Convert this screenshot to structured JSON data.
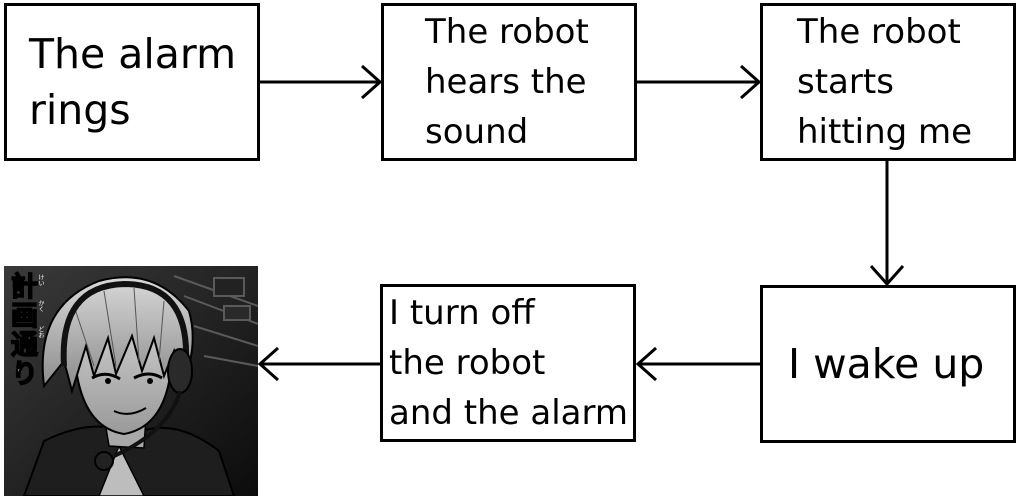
{
  "steps": [
    {
      "lines": [
        "The alarm",
        "rings"
      ]
    },
    {
      "lines": [
        "The robot",
        "hears the",
        "sound"
      ]
    },
    {
      "lines": [
        "The robot",
        "starts",
        "hitting me"
      ]
    },
    {
      "lines": [
        "I wake up"
      ]
    },
    {
      "lines": [
        "I turn off",
        "the robot",
        "and the alarm"
      ]
    }
  ],
  "reaction_image": {
    "vertical_text": "計画通り",
    "furigana": [
      "けい",
      "かく",
      "どお"
    ]
  }
}
